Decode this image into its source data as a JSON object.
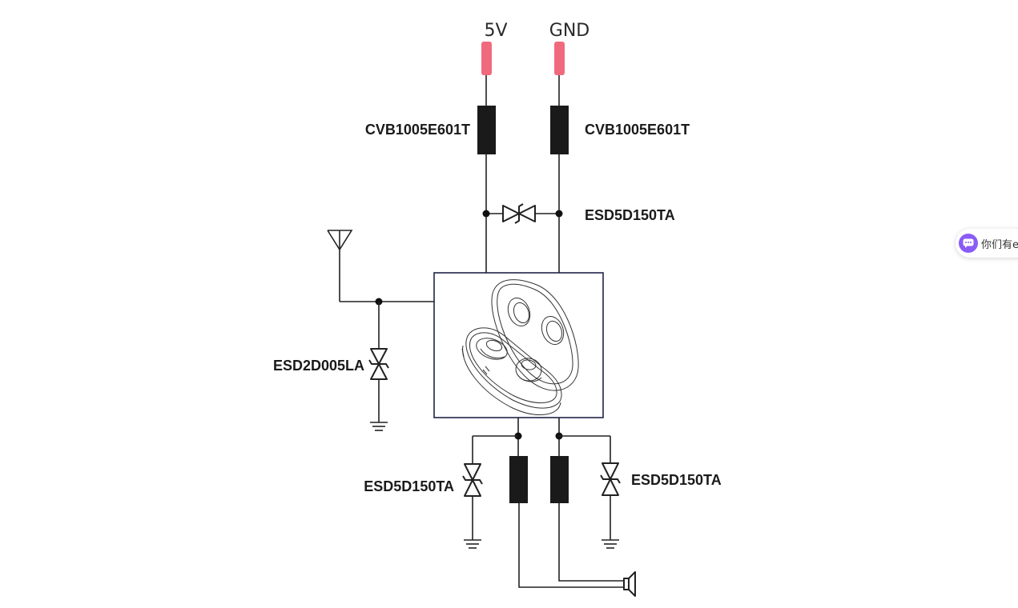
{
  "terminals": {
    "positive": "5V",
    "ground": "GND",
    "terminal_color": "#f06a7e"
  },
  "components": {
    "bead_left": "CVB1005E601T",
    "bead_right": "CVB1005E601T",
    "esd_power": "ESD5D150TA",
    "esd_antenna": "ESD2D005LA",
    "esd_speaker_left": "ESD5D150TA",
    "esd_speaker_right": "ESD5D150TA"
  },
  "symbols": {
    "antenna": "antenna-icon",
    "speaker": "speaker-icon",
    "ground": "ground-icon",
    "device": "earbuds-case-illustration"
  },
  "colors": {
    "device_border": "#1f2547",
    "bead_fill": "#1a1a1a",
    "chat_accent": "#8a5cf6"
  },
  "chat_widget": {
    "text": "你们有e"
  }
}
